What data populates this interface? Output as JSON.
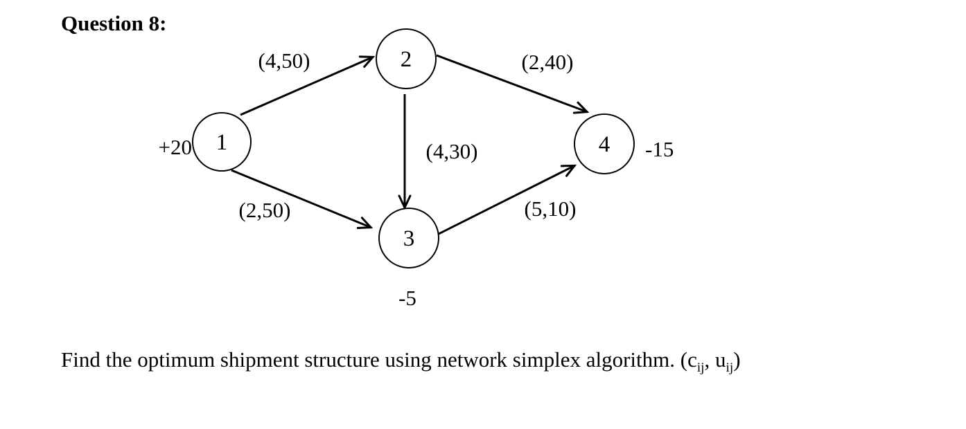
{
  "title": "Question 8:",
  "colors": {
    "ink": "#000000",
    "background": "#ffffff"
  },
  "network": {
    "nodes": [
      {
        "id": "1",
        "label": "1",
        "supply": "+20"
      },
      {
        "id": "2",
        "label": "2"
      },
      {
        "id": "3",
        "label": "3",
        "supply": "-5"
      },
      {
        "id": "4",
        "label": "4",
        "supply": "-15"
      }
    ],
    "edges": [
      {
        "from": "1",
        "to": "2",
        "label": "(4,50)"
      },
      {
        "from": "2",
        "to": "4",
        "label": "(2,40)"
      },
      {
        "from": "2",
        "to": "3",
        "label": "(4,30)"
      },
      {
        "from": "1",
        "to": "3",
        "label": "(2,50)"
      },
      {
        "from": "3",
        "to": "4",
        "label": "(5,10)"
      }
    ]
  },
  "question": {
    "text": "Find the optimum shipment structure using network simplex algorithm.",
    "notation": {
      "open": " (c",
      "sub_c": "ij",
      "between": ", u",
      "sub_u": "ij",
      "close": ")"
    }
  }
}
